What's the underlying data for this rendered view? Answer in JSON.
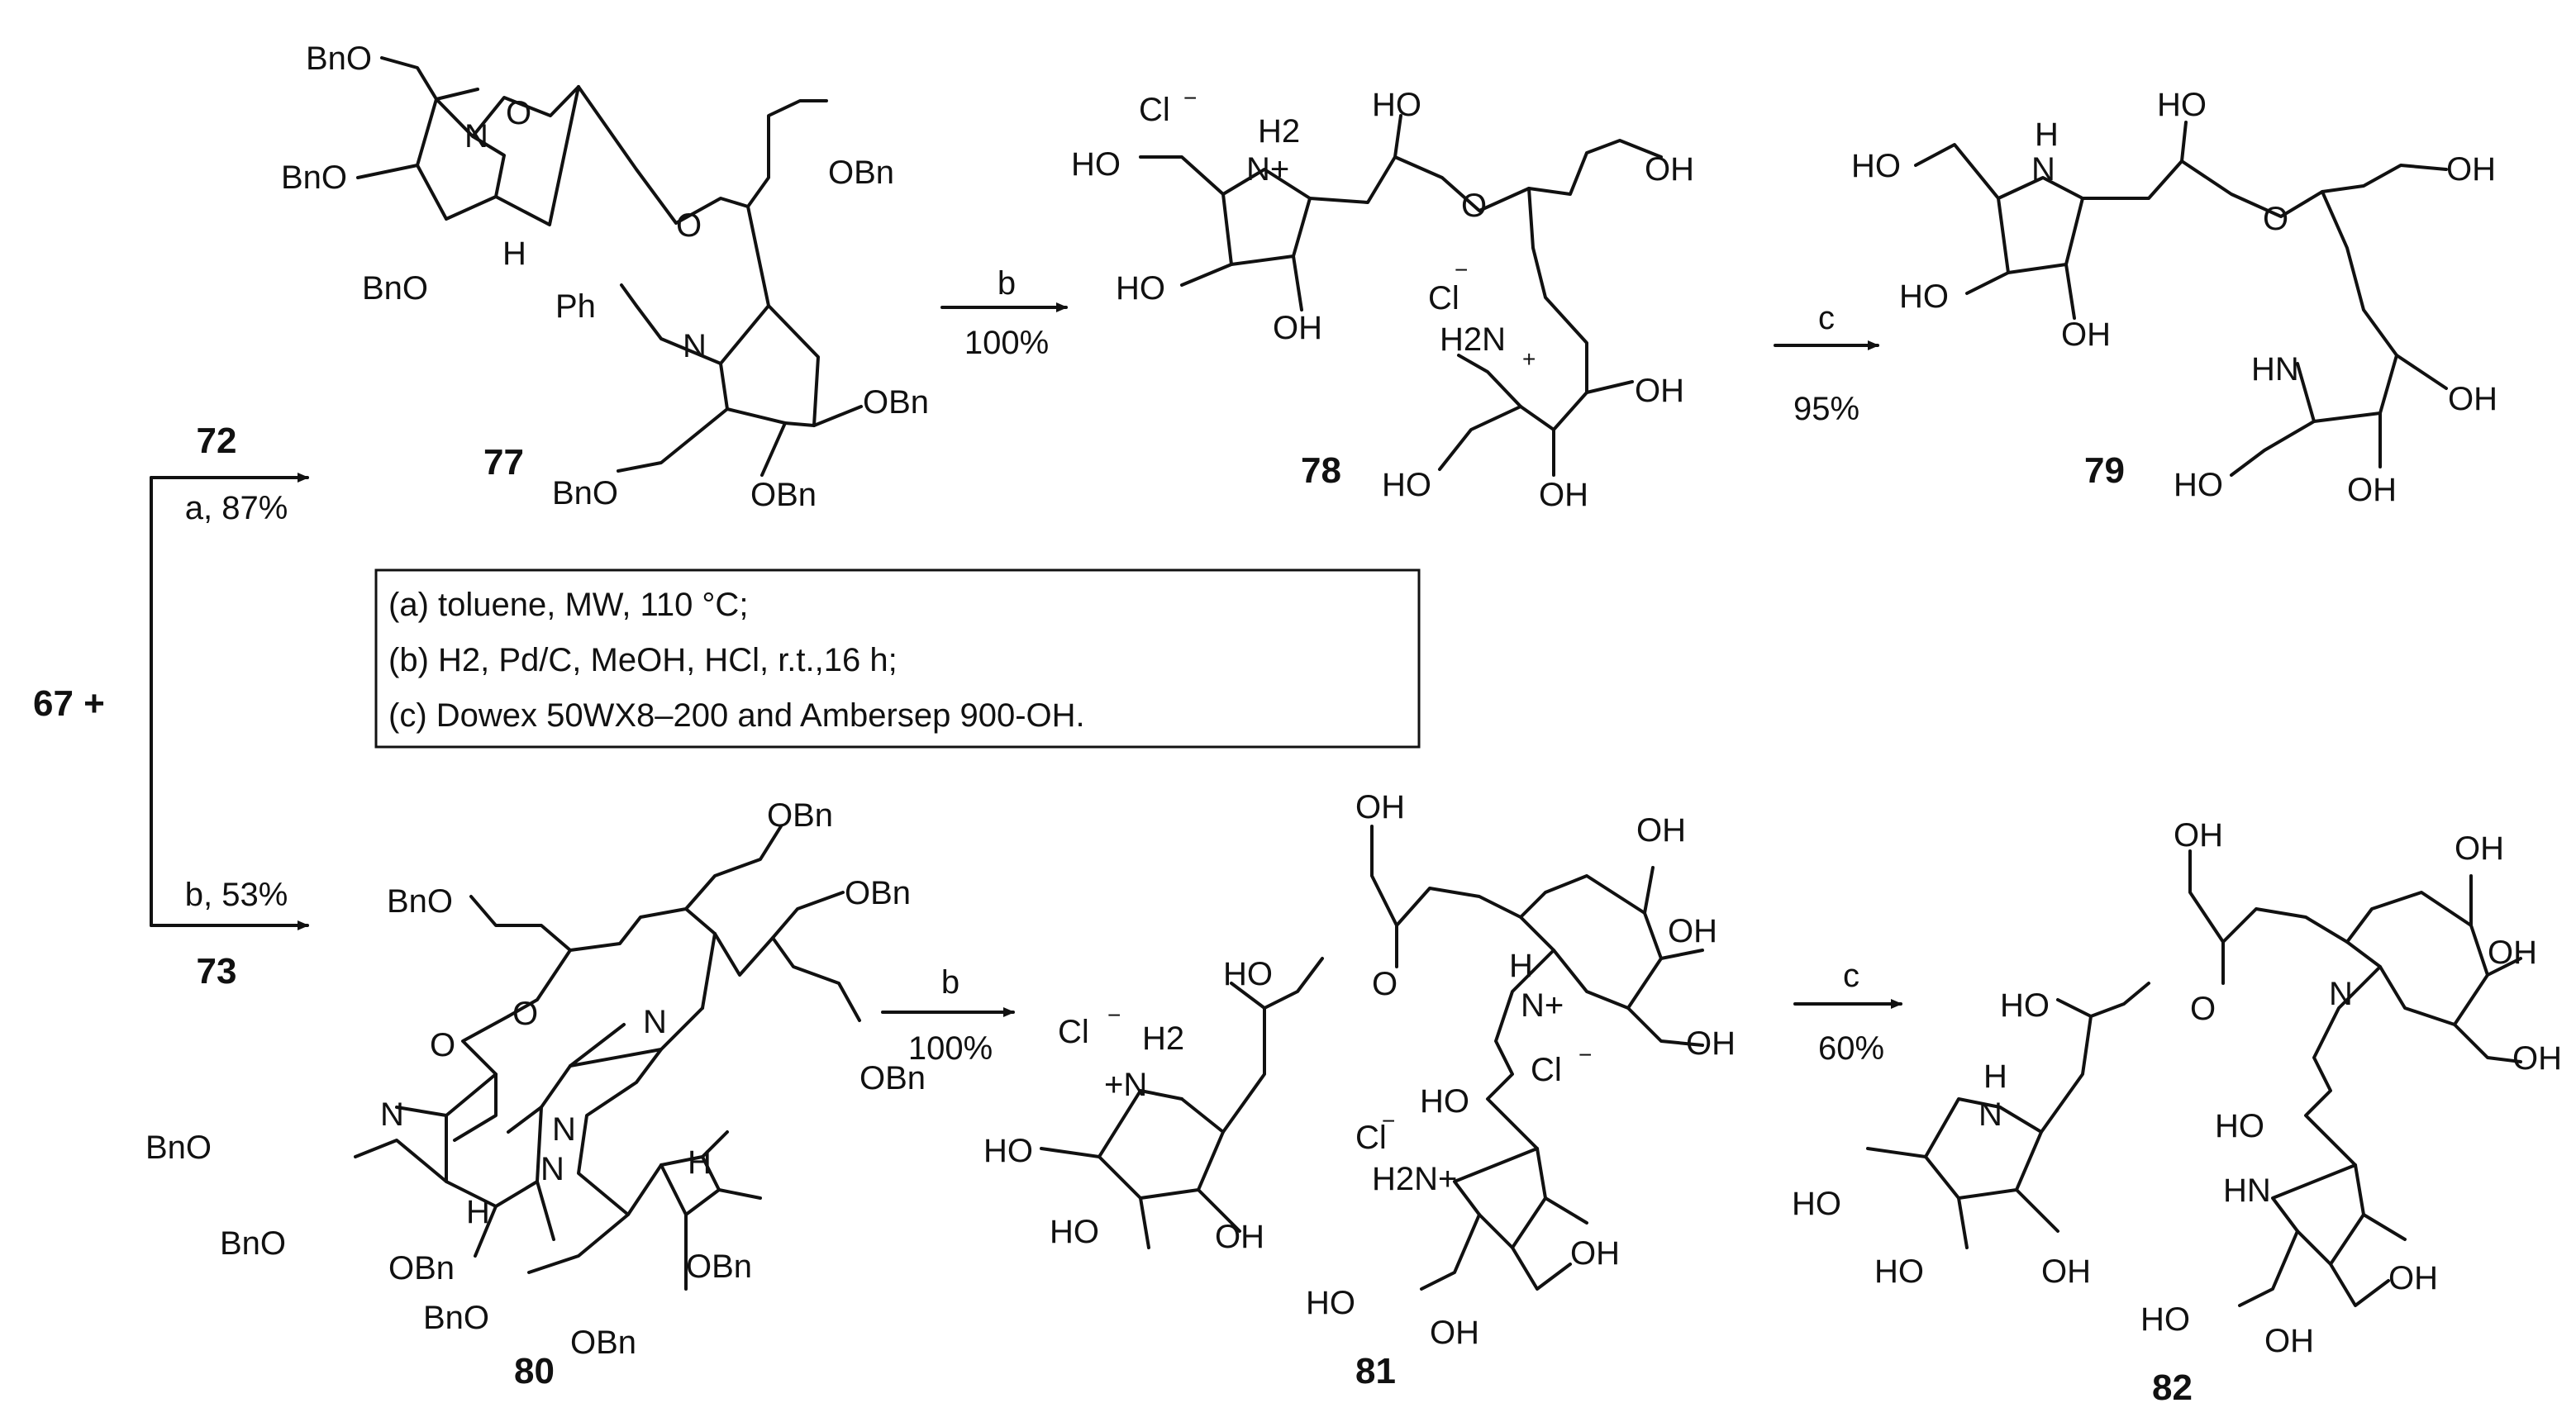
{
  "starting_material": "67 +",
  "route_top": {
    "reagent_label": "72",
    "yield_label": "a, 87%",
    "compounds": [
      {
        "id": "77",
        "groups": [
          "BnO",
          "N",
          "O",
          "BnO",
          "H",
          "BnO",
          "O",
          "OBn",
          "Ph",
          "N",
          "OBn",
          "BnO",
          "OBn"
        ]
      },
      {
        "id": "78",
        "groups": [
          "Cl",
          "−",
          "H2",
          "N+",
          "HO",
          "HO",
          "O",
          "OH",
          "HO",
          "OH",
          "Cl",
          "−",
          "H2N",
          "+",
          "OH",
          "HO",
          "OH"
        ]
      },
      {
        "id": "79",
        "groups": [
          "H",
          "N",
          "HO",
          "HO",
          "O",
          "OH",
          "HO",
          "OH",
          "HN",
          "OH",
          "HO",
          "OH"
        ]
      }
    ],
    "steps": [
      {
        "reagent": "b",
        "yield": "100%"
      },
      {
        "reagent": "c",
        "yield": "95%"
      }
    ]
  },
  "route_bottom": {
    "reagent_label": "73",
    "yield_label": "b, 53%",
    "compounds": [
      {
        "id": "80",
        "groups": [
          "OBn",
          "BnO",
          "OBn",
          "O",
          "N",
          "OBn",
          "O",
          "N",
          "BnO",
          "N",
          "H",
          "O",
          "N",
          "H",
          "BnO",
          "OBn",
          "OBn",
          "BnO",
          "OBn"
        ]
      },
      {
        "id": "81",
        "groups": [
          "OH",
          "OH",
          "HO",
          "O",
          "H",
          "N+",
          "OH",
          "Cl",
          "−",
          "H2",
          "+N",
          "Cl",
          "−",
          "OH",
          "HO",
          "HO",
          "Cl",
          "−",
          "HO",
          "OH",
          "H2N+",
          "OH",
          "HO",
          "OH"
        ]
      },
      {
        "id": "82",
        "groups": [
          "OH",
          "OH",
          "HO",
          "O",
          "OH",
          "N",
          "OH",
          "H",
          "N",
          "HO",
          "HO",
          "HN",
          "HO",
          "OH",
          "OH",
          "HO",
          "OH"
        ]
      }
    ],
    "steps": [
      {
        "reagent": "b",
        "yield": "100%"
      },
      {
        "reagent": "c",
        "yield": "60%"
      }
    ]
  },
  "conditions": [
    "(a) toluene, MW, 110 °C;",
    "(b) H2, Pd/C, MeOH, HCl, r.t.,16 h;",
    "(c) Dowex 50WX8–200 and Ambersep 900-OH."
  ]
}
